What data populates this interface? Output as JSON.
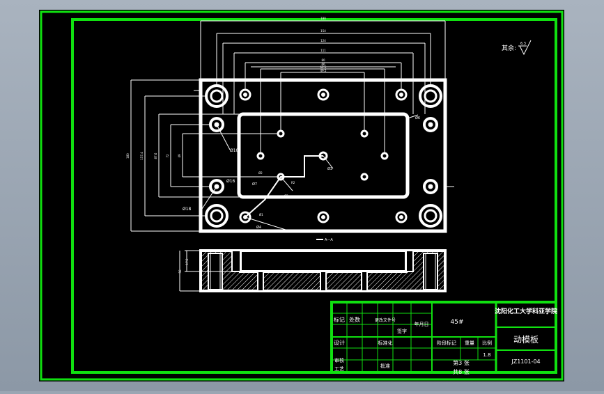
{
  "drawing": {
    "surface_note": "其余:",
    "surface_value": "6.3",
    "dims_top": [
      "180",
      "154",
      "124",
      "111",
      "80",
      "66",
      "62.5",
      "49.5"
    ],
    "dims_left": [
      "180",
      "157.4",
      "87.6",
      "72",
      "49"
    ],
    "callouts": [
      "Ø10",
      "Ø16",
      "Ø18",
      "Ø6",
      "Ø3",
      "Ø7",
      "Ø2",
      "R2",
      "Ø2",
      "Ø4",
      "Ø1"
    ],
    "section_label": "A—A",
    "section_dims": [
      "17.5",
      "56"
    ]
  },
  "title_block": {
    "school": "沈阳化工大学科亚学院",
    "part_name": "动模板",
    "drawing_no": "JZ1101-04",
    "material": "45#",
    "scale": "1.8",
    "sheet": "第3 张",
    "total": "共8 张",
    "headers": {
      "mark": "标记",
      "count": "处数",
      "zone": "更改文件号",
      "sign": "签字",
      "date": "年月日",
      "design": "设计",
      "check": "审核",
      "process": "工艺",
      "stage": "阶段标记",
      "weight": "重量",
      "ratio": "比例",
      "standard": "标准化",
      "approve": "批准",
      "review": "审核"
    }
  },
  "colors": {
    "frame": "#10e010",
    "paper": "#000000",
    "line": "#ffffff"
  }
}
